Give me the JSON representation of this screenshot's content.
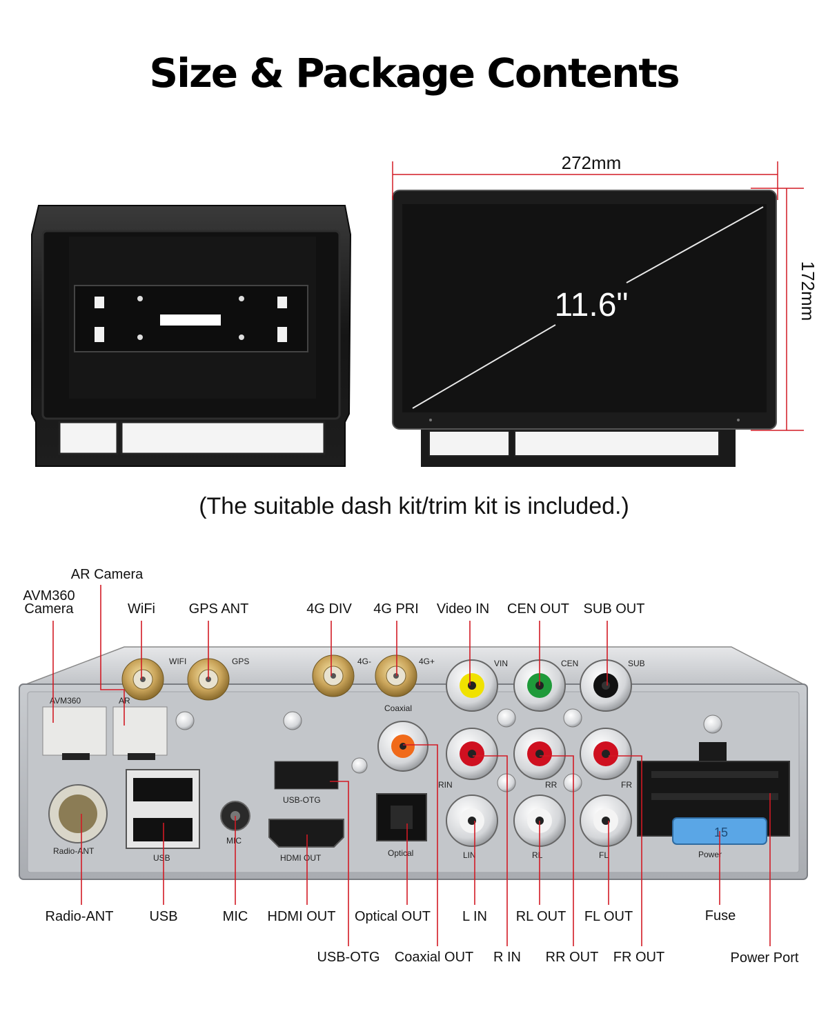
{
  "title": "Size & Package Contents",
  "caption": "(The suitable dash kit/trim kit is included.)",
  "dimensions": {
    "width": "272mm",
    "height": "172mm",
    "screen_size": "11.6\""
  },
  "colors": {
    "accent_line": "#d21a24",
    "panel": "#b9bcc1",
    "video": "#f0e200",
    "center": "#1f9a3a",
    "coax": "#f06a1a",
    "right_rca": "#cf1020",
    "fuse": "#5aa6e6"
  },
  "panel_labels": {
    "wifi": "WIFI",
    "gps": "GPS",
    "g4_div": "4G-",
    "g4_pri": "4G+",
    "avm360": "AVM360",
    "ar": "AR",
    "vin": "VIN",
    "cen": "CEN",
    "sub": "SUB",
    "coaxial": "Coaxial",
    "usb_otg": "USB-OTG",
    "rin": "RIN",
    "rr": "RR",
    "fr": "FR",
    "radio_ant": "Radio-ANT",
    "usb": "USB",
    "mic": "MIC",
    "hdmi_out": "HDMI OUT",
    "optical": "Optical",
    "lin": "LIN",
    "rl": "RL",
    "fl": "FL",
    "power": "Power",
    "fuse_rating": "15"
  },
  "top_callouts": {
    "ar_camera": "AR Camera",
    "avm360_camera_line1": "AVM360",
    "avm360_camera_line2": "Camera",
    "wifi": "WiFi",
    "gps_ant": "GPS ANT",
    "g4_div": "4G DIV",
    "g4_pri": "4G PRI",
    "video_in": "Video IN",
    "cen_out": "CEN OUT",
    "sub_out": "SUB OUT"
  },
  "bottom_callouts": {
    "radio_ant": "Radio-ANT",
    "usb": "USB",
    "mic": "MIC",
    "hdmi_out": "HDMI OUT",
    "optical_out": "Optical OUT",
    "l_in": "L IN",
    "rl_out": "RL OUT",
    "fl_out": "FL OUT",
    "fuse": "Fuse",
    "usb_otg": "USB-OTG",
    "coaxial_out": "Coaxial OUT",
    "r_in": "R IN",
    "rr_out": "RR OUT",
    "fr_out": "FR OUT",
    "power_port": "Power Port"
  }
}
